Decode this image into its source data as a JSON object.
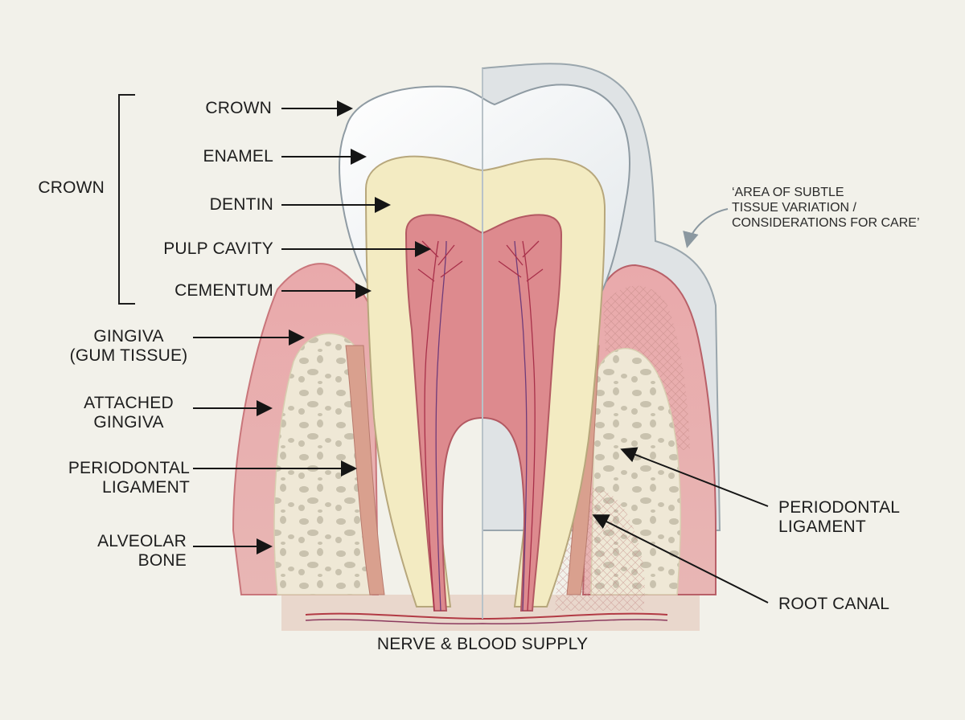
{
  "labels": {
    "crown_group": "CROWN",
    "crown": "CROWN",
    "enamel": "ENAMEL",
    "dentin": "DENTIN",
    "pulp_cavity": "PULP CAVITY",
    "cementum": "CEMENTUM",
    "gingiva_line1": "GINGIVA",
    "gingiva_line2": "(GUM TISSUE)",
    "attached_gingiva_line1": "ATTACHED",
    "attached_gingiva_line2": "GINGIVA",
    "periodontal_left_line1": "PERIODONTAL",
    "periodontal_left_line2": "LIGAMENT",
    "alveolar_line1": "ALVEOLAR",
    "alveolar_line2": "BONE",
    "periodontal_right_line1": "PERIODONTAL",
    "periodontal_right_line2": "LIGAMENT",
    "root_canal": "ROOT CANAL",
    "nerve_blood": "NERVE & BLOOD SUPPLY"
  },
  "note": {
    "line1": "‘AREA OF SUBTLE",
    "line2": "TISSUE VARIATION /",
    "line3": "CONSIDERATIONS FOR CARE’"
  },
  "colors": {
    "background": "#f2f1ea",
    "enamel": "#f7f8f8",
    "dentin": "#f3ebc2",
    "pulp": "#dd8a8e",
    "gum": "#e4a5a7",
    "bone": "#efe8d6",
    "nerve": "#b23a44"
  }
}
